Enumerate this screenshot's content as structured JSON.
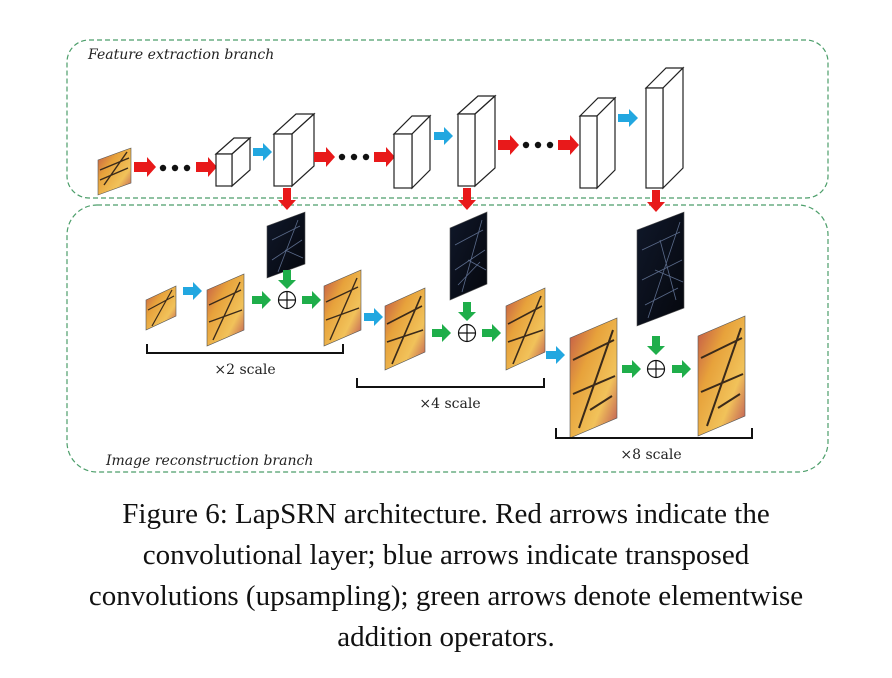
{
  "diagram": {
    "feature_branch_label": "Feature extraction branch",
    "reconstruction_branch_label": "Image reconstruction branch",
    "scale_labels": [
      "×2 scale",
      "×4 scale",
      "×8 scale"
    ],
    "colors": {
      "conv_arrow": "#e8191a",
      "upsample_arrow": "#22a7e0",
      "addition_arrow": "#1fae4a",
      "branch_border": "#4c9e6a"
    },
    "icons": [
      "butterfly-image",
      "residual-map",
      "plus-circle-icon"
    ]
  },
  "caption": {
    "line1": "Figure 6: LapSRN architecture. Red arrows indicate the",
    "line2": "convolutional layer; blue arrows indicate transposed",
    "line3": "convolutions (upsampling); green arrows denote elementwise",
    "line4": "addition operators."
  }
}
